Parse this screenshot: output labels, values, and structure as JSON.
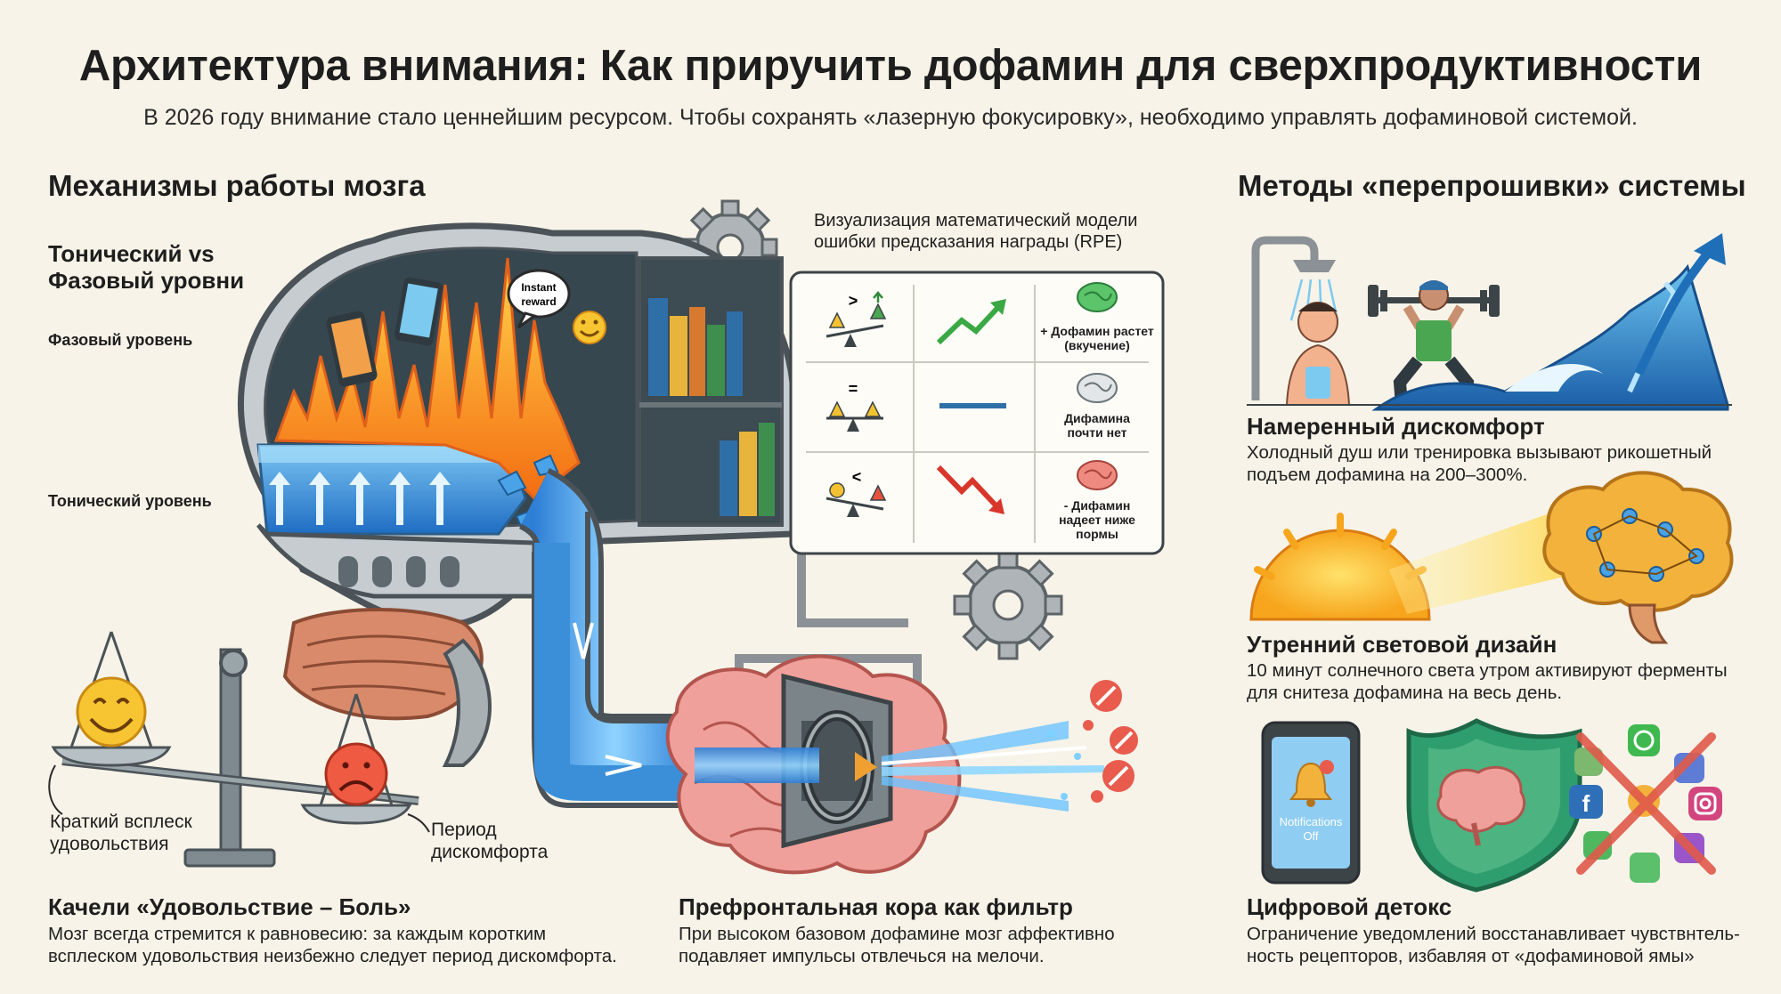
{
  "header": {
    "title": "Архитектура внимания: Как приручить дофамин для сверхпродуктивности",
    "subtitle": "В 2026 году внимание стало ценнейшим ресурсом. Чтобы сохранять «лазерную фокусировку», необходимо управлять дофаминовой системой."
  },
  "left": {
    "section_title": "Механизмы работы мозга",
    "tonic_phasic_title_1": "Тонический vs",
    "tonic_phasic_title_2": "Фазовый уровни",
    "phasic_label": "Фазовый уровень",
    "tonic_label": "Тонический уровень",
    "bubble_line1": "Instant",
    "bubble_line2": "reward",
    "short_burst_1": "Краткий всплеск",
    "short_burst_2": "удовольствия",
    "discomfort_1": "Период",
    "discomfort_2": "дискомфорта",
    "swing_title": "Качели «Удовольствие – Боль»",
    "swing_text_1": "Мозг всегда стремится к равновесию: за каждым коротким",
    "swing_text_2": "всплеском удовольствия неизбежно следует период дискомфорта."
  },
  "rpe": {
    "caption_1": "Визуализация математический модели",
    "caption_2": "ошибки предсказания награды (RPE)",
    "row1_sym": ">",
    "row2_sym": "=",
    "row3_sym": "<",
    "row1_text_1": "+ Дофамин растет",
    "row1_text_2": "(вкучение)",
    "row2_text_1": "Дифамина",
    "row2_text_2": "почти нет",
    "row3_text_1": "- Дифамин",
    "row3_text_2": "надеет ниже",
    "row3_text_3": "пормы"
  },
  "center": {
    "pfc_title": "Префронтальная кора как фильтр",
    "pfc_text_1": "При высоком базовом дофамине мозг аффективно",
    "pfc_text_2": "подавляет импульсы отвлечься на мелочи."
  },
  "right": {
    "section_title": "Методы «перепрошивки» системы",
    "m1_title": "Намеренный дискомфорт",
    "m1_text_1": "Холодный душ или тренировка вызывают рикошетный",
    "m1_text_2": "подъем дофамина на 200–300%.",
    "m2_title": "Утренний световой дизайн",
    "m2_text_1": "10 минут солнечного света утром активируют ферменты",
    "m2_text_2": "для снитеза дофамина на весь день.",
    "phone_line1": "Notifications",
    "phone_line2": "Off",
    "m3_title": "Цифровой детокс",
    "m3_text_1": "Ограничение уведомлений восстанавливает чувствнтель-",
    "m3_text_2": "ность рецепторов, избавляя от «дофаминовой ямы»"
  },
  "colors": {
    "background": "#f7f3e8",
    "water_blue": "#3a8fd8",
    "fire_orange": "#f59a1c",
    "ocean": "#1f6fb8",
    "shield_green": "#2f9e6e",
    "alert_red": "#d9362b"
  },
  "icons": [
    "gear-icon",
    "phone-icon",
    "tablet-icon",
    "emoji-smile-icon",
    "emoji-sad-icon",
    "book-icon",
    "arrow-up-icon",
    "arrow-down-icon",
    "brain-icon",
    "shower-icon",
    "weightlifter-icon",
    "wave-icon",
    "sun-icon",
    "bell-icon",
    "shield-icon",
    "whatsapp-icon",
    "facebook-icon",
    "instagram-icon",
    "cross-icon"
  ]
}
